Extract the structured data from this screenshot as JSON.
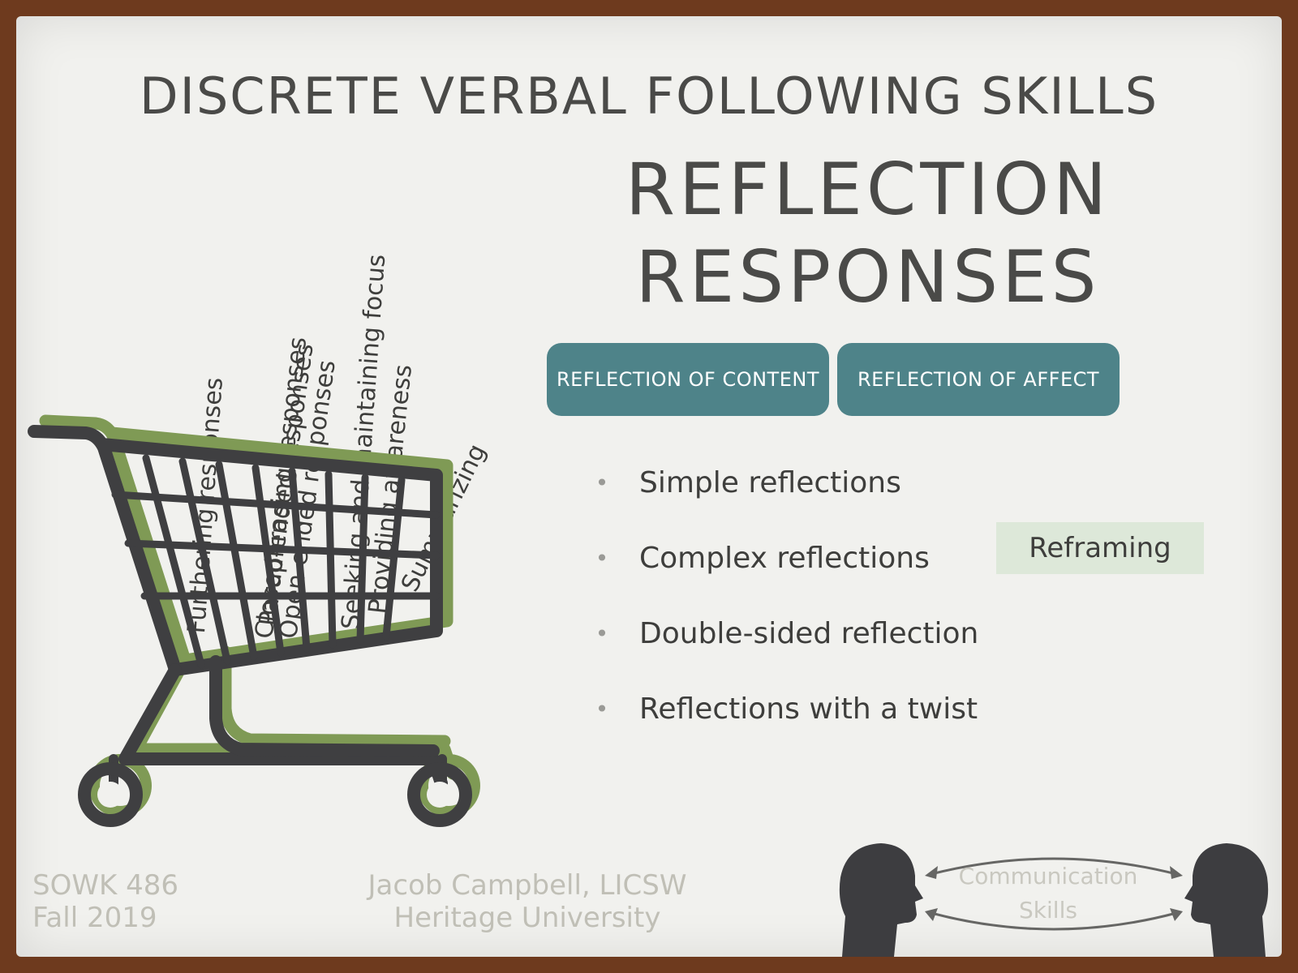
{
  "header": {
    "title": "DISCRETE VERBAL FOLLOWING SKILLS"
  },
  "main": {
    "title_line1": "REFLECTION",
    "title_line2": "RESPONSES",
    "pills": [
      {
        "label": "REFLECTION OF CONTENT"
      },
      {
        "label": "REFLECTION OF AFFECT"
      }
    ],
    "bullets": [
      {
        "text": "Simple reflections"
      },
      {
        "text": "Complex reflections"
      },
      {
        "text": "Double-sided reflection"
      },
      {
        "text": "Reflections with a twist"
      }
    ],
    "bullet_marker": "•",
    "callout": "Reframing"
  },
  "cart": {
    "labels": [
      {
        "text": "Furthering responses"
      },
      {
        "text": "Paraphrasing responses"
      },
      {
        "text": "Closed-ended responses"
      },
      {
        "text": "Open-ended responses"
      },
      {
        "text": "Seeking and maintaining focus"
      },
      {
        "text": "Providing awareness"
      },
      {
        "text": "Summarizing"
      }
    ]
  },
  "footer": {
    "course": "SOWK 486",
    "term": "Fall 2019",
    "instructor": "Jacob Campbell, LICSW",
    "university": "Heritage University",
    "comm_line1": "Communication",
    "comm_line2": "Skills"
  },
  "colors": {
    "background": "#f1f1ee",
    "frame": "#6e3a1e",
    "pill": "#4e8389",
    "callout": "#dde8d9",
    "cart_dark": "#3f3f41",
    "cart_green": "#7f9a55",
    "text": "#4a4a48",
    "footer_text": "#c0bfb6"
  }
}
